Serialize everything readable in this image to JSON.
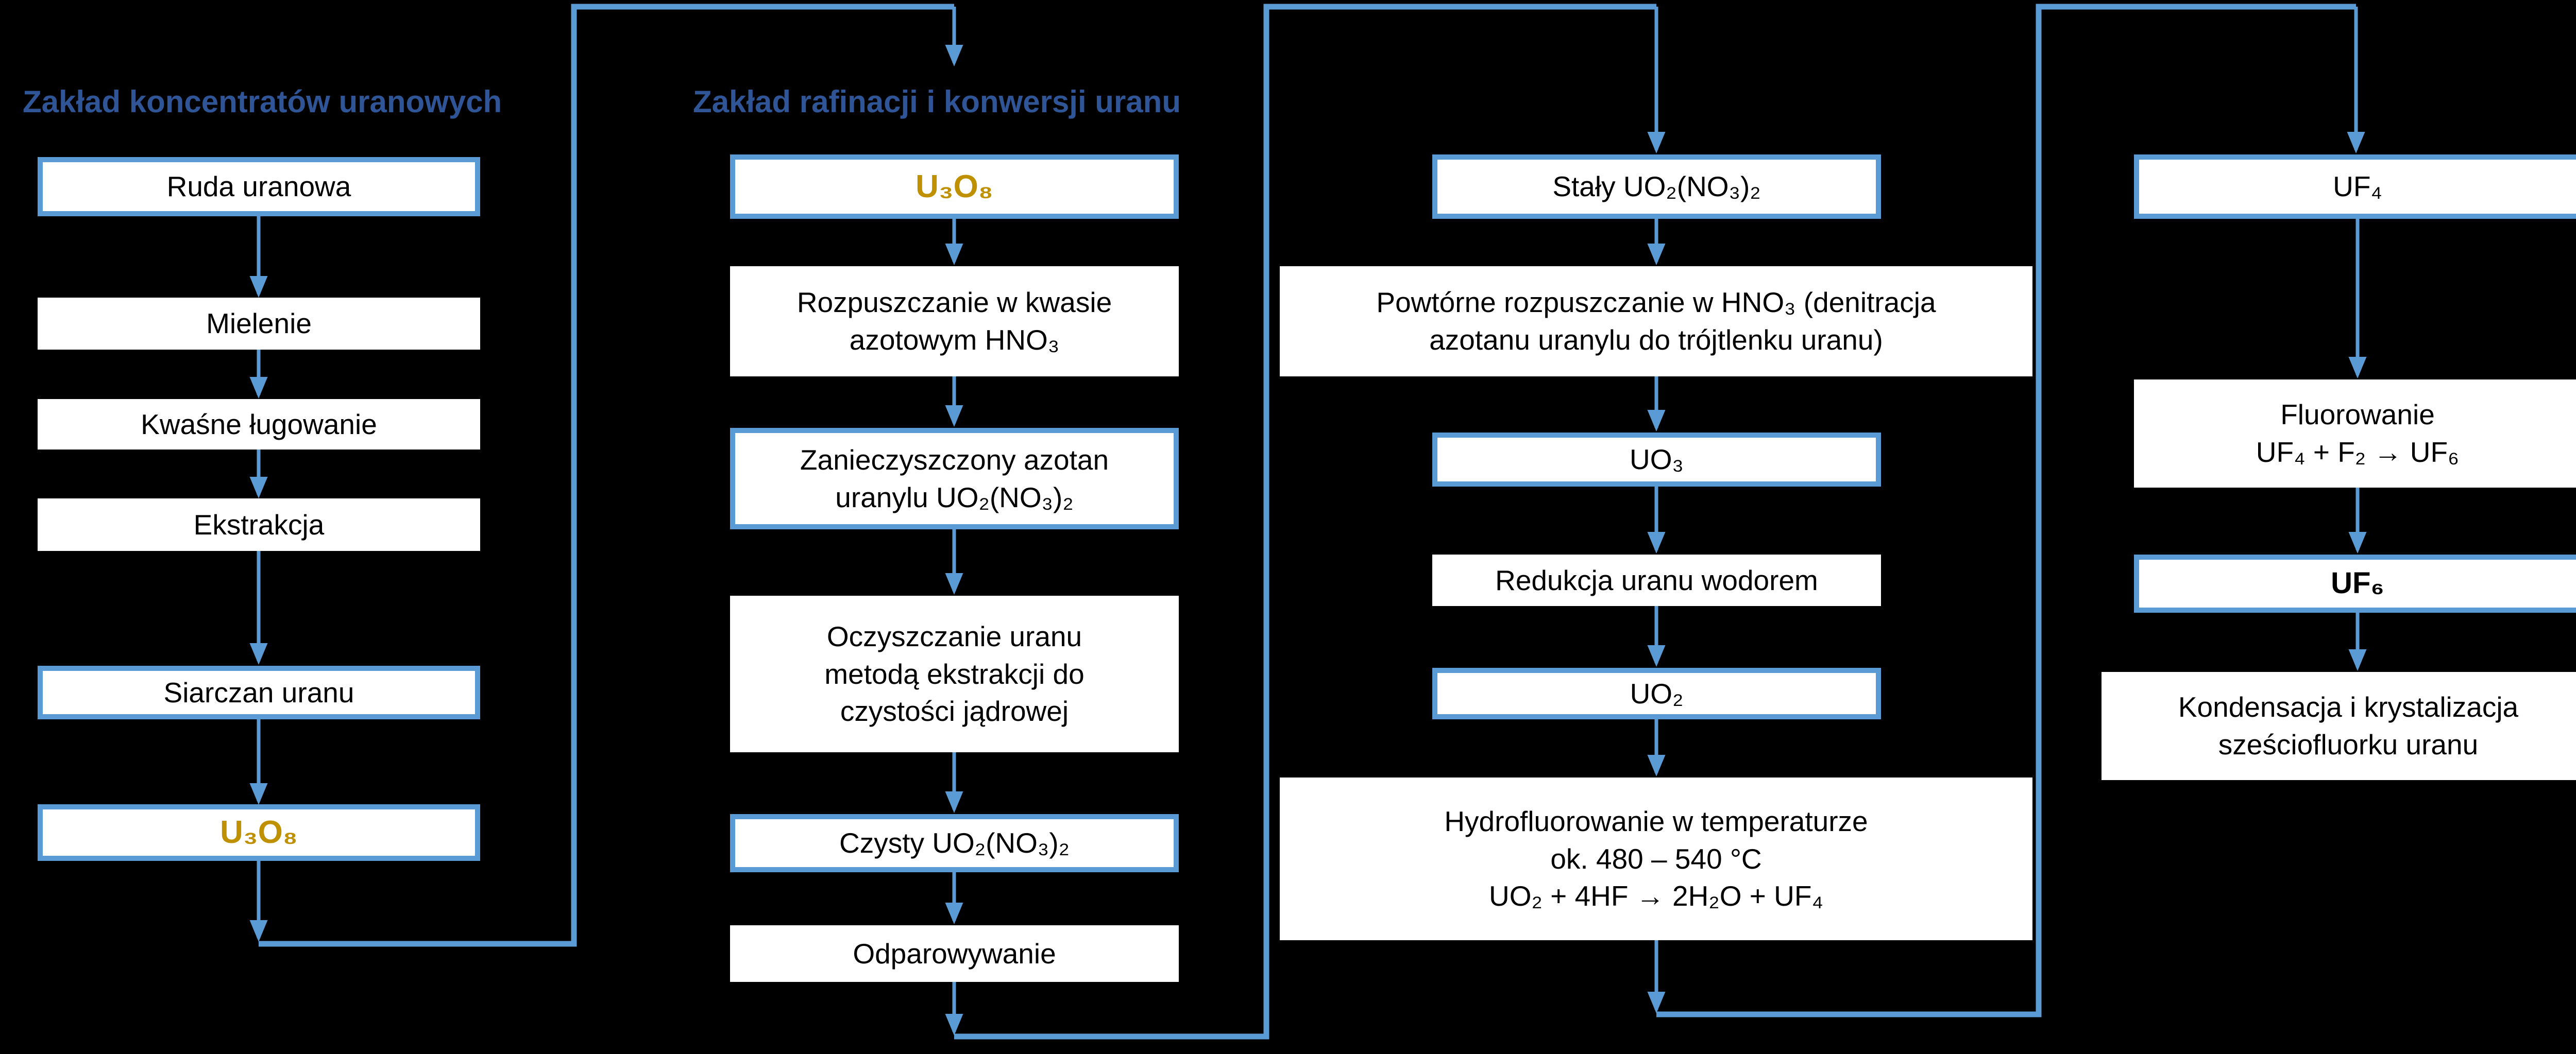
{
  "colors": {
    "background": "#000000",
    "box_fill": "#ffffff",
    "accent_blue": "#5B9BD5",
    "header_blue": "#2F5597",
    "gold": "#BF9000",
    "text": "#000000"
  },
  "headers": [
    {
      "label": "Zakład koncentratów uranowych"
    },
    {
      "label": "Zakład rafinacji i konwersji uranu"
    }
  ],
  "columns": [
    {
      "name": "zaklad-koncentratow-uranowych",
      "boxes": [
        {
          "label": "Ruda uranowa"
        },
        {
          "label": "Mielenie"
        },
        {
          "label": "Kwaśne ługowanie"
        },
        {
          "label": "Ekstrakcja"
        },
        {
          "label": "Siarczan uranu"
        },
        {
          "label": "U₃O₈"
        }
      ]
    },
    {
      "name": "zaklad-rafinacji-i-konwersji-uranu",
      "boxes": [
        {
          "label": "U₃O₈"
        },
        {
          "label": "Rozpuszczanie w kwasie\nazotowym HNO₃"
        },
        {
          "label": "Zanieczyszczony azotan\nuranylu UO₂(NO₃)₂"
        },
        {
          "label": "Oczyszczanie uranu\nmetodą ekstrakcji do\nczystości jądrowej"
        },
        {
          "label": "Czysty UO₂(NO₃)₂"
        },
        {
          "label": "Odparowywanie"
        }
      ]
    },
    {
      "name": "denitracja-i-redukcja",
      "boxes": [
        {
          "label": "Stały UO₂(NO₃)₂"
        },
        {
          "label": "Powtórne rozpuszczanie w HNO₃ (denitracja\nazotanu uranylu do trójtlenku uranu)"
        },
        {
          "label": "UO₃"
        },
        {
          "label": "Redukcja uranu wodorem"
        },
        {
          "label": "UO₂"
        },
        {
          "label": "Hydrofluorowanie w temperaturze\nok. 480 – 540 °C\nUO₂ + 4HF → 2H₂O + UF₄"
        }
      ]
    },
    {
      "name": "fluorowanie-i-kondensacja",
      "boxes": [
        {
          "label": "UF₄"
        },
        {
          "label": "Fluorowanie\nUF₄ + F₂ → UF₆"
        },
        {
          "label": "UF₆"
        },
        {
          "label": "Kondensacja i krystalizacja\nsześciofluorku uranu"
        }
      ]
    }
  ]
}
